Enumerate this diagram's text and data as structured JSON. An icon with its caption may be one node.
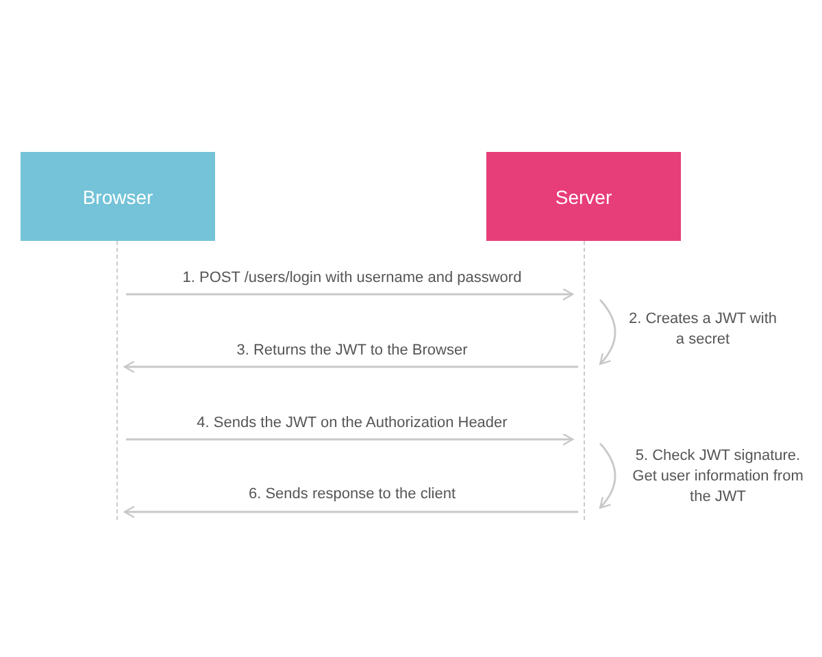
{
  "diagram": {
    "nodes": [
      {
        "text": [
          "Browser"
        ]
      },
      {
        "text": [
          "Server"
        ]
      },
      {
        "text": [],
        "shape": "line"
      },
      {
        "text": [],
        "shape": "line"
      }
    ],
    "edges": [
      {
        "from": 2,
        "to": 3,
        "arrow": "to",
        "label": "1. POST /users/login with username and password"
      },
      {
        "from": 3,
        "to": 3,
        "arrow": "to",
        "label": "2. Creates a JWT with a secret"
      },
      {
        "from": 3,
        "to": 2,
        "arrow": "to",
        "label": "3. Returns the JWT to the Browser"
      },
      {
        "from": 2,
        "to": 3,
        "arrow": "to",
        "label": "4. Sends the JWT on the Authorization Header"
      },
      {
        "from": 3,
        "to": 3,
        "arrow": "to",
        "label": "5. Check JWT signature. Get user information from the JWT"
      },
      {
        "from": 3,
        "to": 2,
        "arrow": "to",
        "label": "6. Sends response to the client"
      }
    ]
  }
}
